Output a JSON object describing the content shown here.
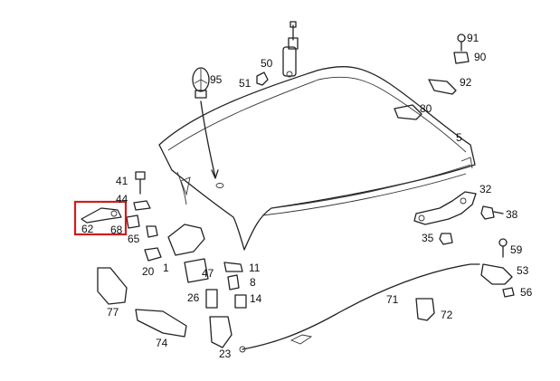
{
  "labels": {
    "n1": "1",
    "n5": "5",
    "n8": "8",
    "n11": "11",
    "n14": "14",
    "n20": "20",
    "n23": "23",
    "n26": "26",
    "n32": "32",
    "n35": "35",
    "n38": "38",
    "n41": "41",
    "n44": "44",
    "n47": "47",
    "n50": "50",
    "n51": "51",
    "n53": "53",
    "n56": "56",
    "n59": "59",
    "n62": "62",
    "n65": "65",
    "n68": "68",
    "n71": "71",
    "n72": "72",
    "n74": "74",
    "n77": "77",
    "n80": "80",
    "n90": "90",
    "n91": "91",
    "n92": "92",
    "n95": "95"
  },
  "highlight_color": "#d01c1c"
}
